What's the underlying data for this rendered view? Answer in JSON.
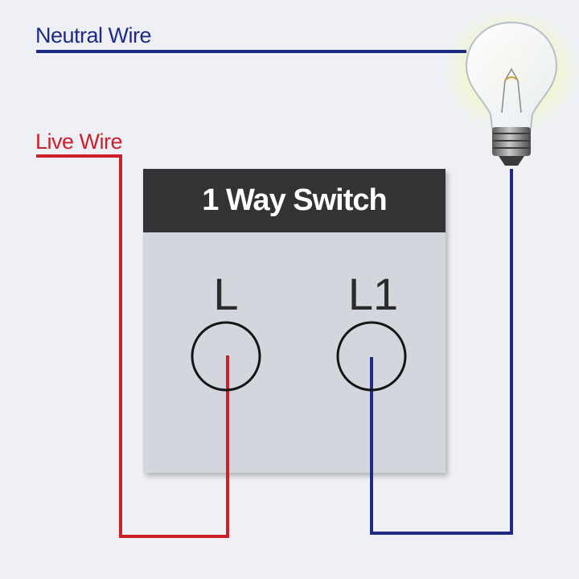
{
  "labels": {
    "neutral": "Neutral Wire",
    "live": "Live Wire",
    "switch_title": "1 Way Switch",
    "terminal_l": "L",
    "terminal_l1": "L1"
  },
  "colors": {
    "neutral": "#1e2a86",
    "live": "#cc1f2a",
    "switch_header": "#333336",
    "switch_body": "#d3d6dd",
    "background": "#eef0f5"
  },
  "icons": {
    "bulb": "light-bulb-icon"
  }
}
